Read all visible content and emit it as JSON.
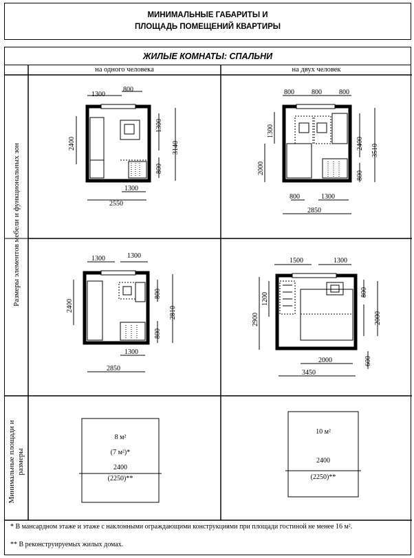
{
  "header": {
    "line1": "МИНИМАЛЬНЫЕ ГАБАРИТЫ И",
    "line2": "ПЛОЩАДЬ ПОМЕЩЕНИЙ КВАРТИРЫ"
  },
  "section_title": "ЖИЛЫЕ КОМНАТЫ: СПАЛЬНИ",
  "columns": {
    "one": "на одного человека",
    "two": "на двух человек"
  },
  "row_labels": {
    "furniture": "Размеры элементов мебели и функциональных зон",
    "min_area_1": "Минимальные площади и",
    "min_area_2": "размеры"
  },
  "plans": {
    "p1": {
      "top": [
        "1300",
        "800"
      ],
      "left": "2400",
      "right_a": "1300",
      "right_b": "800",
      "right_total": "3140",
      "bottom_inner": "1300",
      "bottom_total": "2550"
    },
    "p2": {
      "top": [
        "800",
        "800",
        "800"
      ],
      "left_top": "1300",
      "left_bottom": "2000",
      "right_a": "2400",
      "right_b": "800",
      "right_total": "3510",
      "bottom_a": "800",
      "bottom_b": "1300",
      "bottom_total": "2850"
    },
    "p3": {
      "top": [
        "1300",
        "1300"
      ],
      "left": "2400",
      "right_a": "800",
      "right_b": "800",
      "right_total": "2810",
      "bottom_inner": "1300",
      "bottom_total": "2850"
    },
    "p4": {
      "top": [
        "1500",
        "1300"
      ],
      "left_a": "1200",
      "left_total": "2900",
      "right_a": "800",
      "right_b": "2000",
      "right_c": "600",
      "bottom_inner": "2000",
      "bottom_total": "3450"
    }
  },
  "areas": {
    "one": {
      "area": "8 м²",
      "alt_area": "(7 м²)*",
      "width": "2400",
      "alt_width": "(2250)**"
    },
    "two": {
      "area": "10 м²",
      "width": "2400",
      "alt_width": "(2250)**"
    }
  },
  "footnotes": {
    "f1": "* В мансардном этаже и этаже с наклонными ограждающими конструкциями при площади гостиной не менее 16 м².",
    "f2": "** В реконструируемых жилых домах."
  }
}
